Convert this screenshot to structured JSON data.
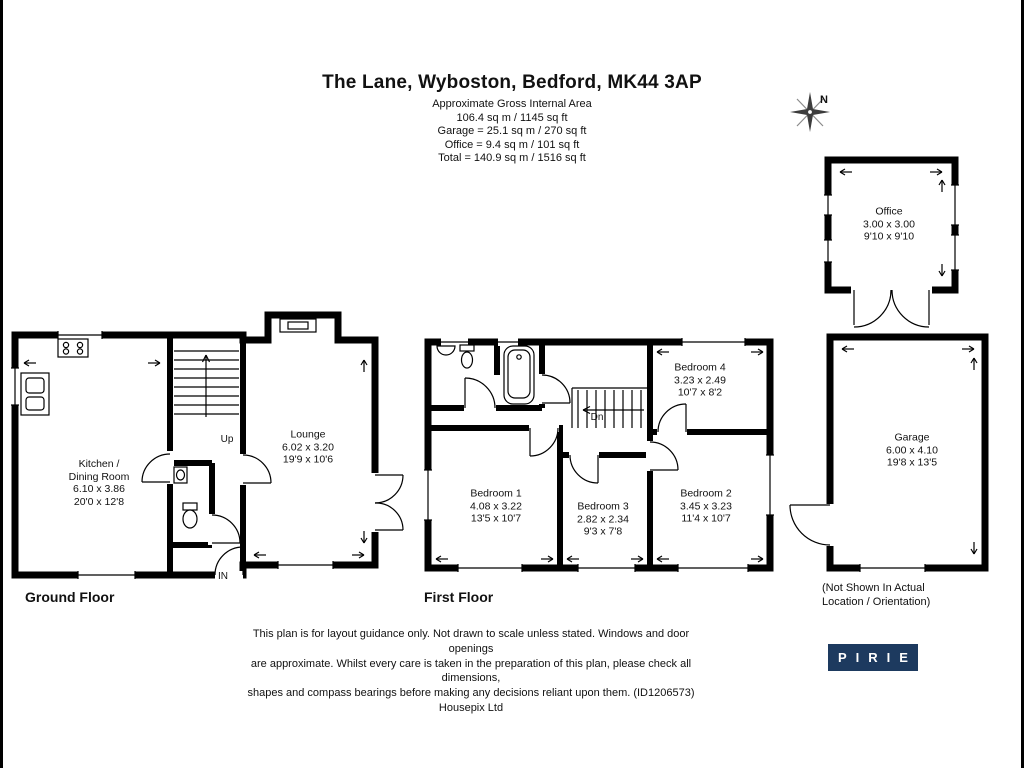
{
  "header": {
    "title": "The Lane, Wyboston, Bedford, MK44 3AP",
    "area_lines": [
      "Approximate Gross Internal Area",
      "106.4 sq m / 1145 sq ft",
      "Garage = 25.1 sq m / 270 sq ft",
      "Office = 9.4 sq m / 101 sq ft",
      "Total = 140.9 sq m / 1516 sq ft"
    ]
  },
  "compass": {
    "label": "N"
  },
  "floors": {
    "ground": {
      "label": "Ground Floor"
    },
    "first": {
      "label": "First Floor"
    }
  },
  "rooms": {
    "kitchen": {
      "name1": "Kitchen /",
      "name2": "Dining Room",
      "metric": "6.10 x 3.86",
      "imperial": "20'0 x 12'8"
    },
    "lounge": {
      "name": "Lounge",
      "metric": "6.02 x 3.20",
      "imperial": "19'9 x 10'6"
    },
    "bedroom1": {
      "name": "Bedroom 1",
      "metric": "4.08 x 3.22",
      "imperial": "13'5 x 10'7"
    },
    "bedroom2": {
      "name": "Bedroom 2",
      "metric": "3.45 x 3.23",
      "imperial": "11'4 x 10'7"
    },
    "bedroom3": {
      "name": "Bedroom 3",
      "metric": "2.82 x 2.34",
      "imperial": "9'3 x 7'8"
    },
    "bedroom4": {
      "name": "Bedroom 4",
      "metric": "3.23 x 2.49",
      "imperial": "10'7 x 8'2"
    },
    "office": {
      "name": "Office",
      "metric": "3.00 x 3.00",
      "imperial": "9'10 x 9'10"
    },
    "garage": {
      "name": "Garage",
      "metric": "6.00 x 4.10",
      "imperial": "19'8 x 13'5"
    }
  },
  "plan_labels": {
    "up": "Up",
    "down": "Dn",
    "entrance": "IN"
  },
  "garage_note": [
    "(Not Shown In Actual",
    "Location / Orientation)"
  ],
  "footer": {
    "disclaimer": [
      "This plan is for layout guidance only. Not drawn to scale unless stated. Windows and door openings",
      "are approximate. Whilst every care is taken in the preparation of this plan, please check all dimensions,",
      "shapes and compass bearings before making any decisions reliant upon them. (ID1206573)",
      "Housepix Ltd"
    ],
    "logo": "PIRIE",
    "logo_bg": "#1d3a5f",
    "wall_color": "#000000"
  }
}
